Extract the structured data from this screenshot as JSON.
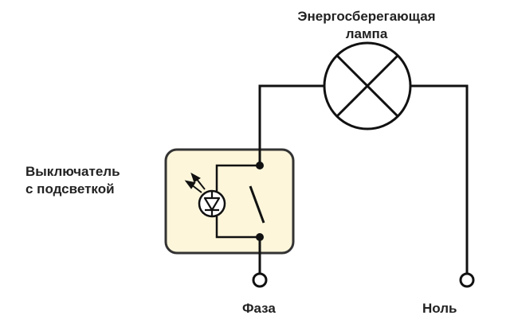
{
  "lamp_label": {
    "line1": "Энергосберегающая",
    "line2": "лампа"
  },
  "switch_label": {
    "line1": "Выключатель",
    "line2": "с подсветкой"
  },
  "phase_label": "Фаза",
  "neutral_label": "Ноль",
  "colors": {
    "wire": "#111111",
    "switch_fill": "#fdf6db",
    "switch_border": "#333333",
    "text": "#222222"
  }
}
